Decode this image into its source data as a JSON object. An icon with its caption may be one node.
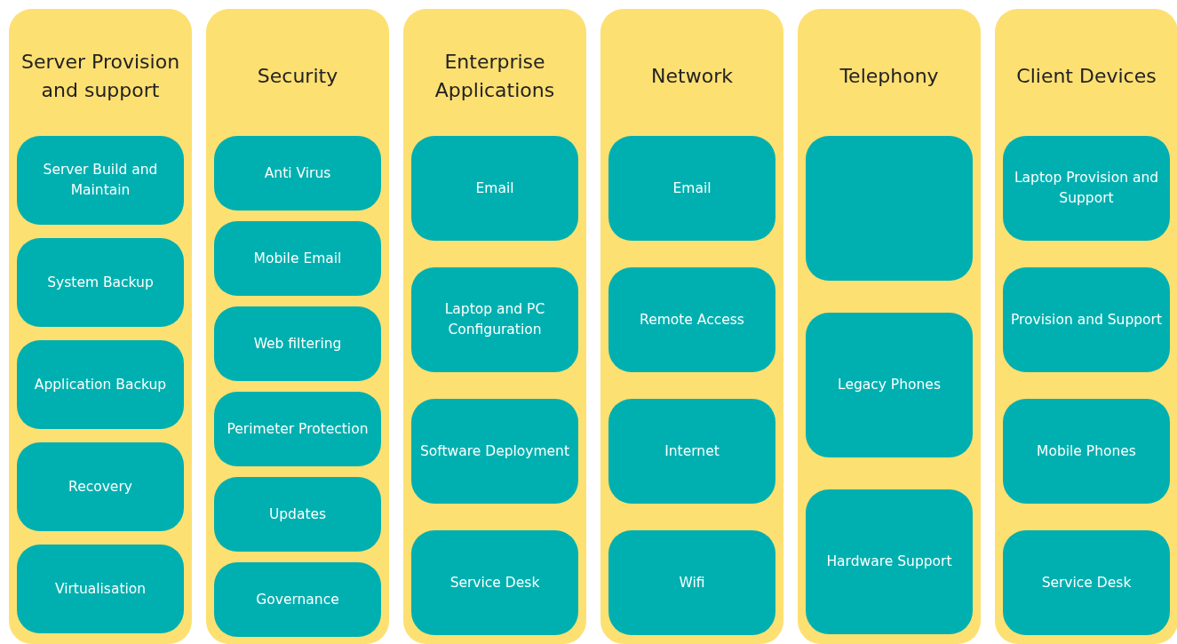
{
  "diagram": {
    "nodes": [
      {
        "text": [
          "Server Provision and support"
        ]
      },
      {
        "text": [
          "Server Build and Maintain"
        ],
        "in": 0
      },
      {
        "text": [
          "System Backup"
        ],
        "in": 0
      },
      {
        "text": [
          "Application Backup"
        ],
        "in": 0
      },
      {
        "text": [
          "Recovery"
        ],
        "in": 0
      },
      {
        "text": [
          "Virtualisation"
        ],
        "in": 0
      },
      {
        "text": [
          "Security"
        ]
      },
      {
        "text": [
          "Anti Virus"
        ],
        "in": 6
      },
      {
        "text": [
          "Mobile Email"
        ],
        "in": 6
      },
      {
        "text": [
          "Web filtering"
        ],
        "in": 6
      },
      {
        "text": [
          "Perimeter Protection"
        ],
        "in": 6
      },
      {
        "text": [
          "Updates"
        ],
        "in": 6
      },
      {
        "text": [
          "Governance"
        ],
        "in": 6
      },
      {
        "text": [
          "Enterprise Applications"
        ]
      },
      {
        "text": [
          "Email"
        ],
        "in": 13
      },
      {
        "text": [
          "Laptop and PC Configuration"
        ],
        "in": 13
      },
      {
        "text": [
          "Software Deployment"
        ],
        "in": 13
      },
      {
        "text": [
          "Service Desk"
        ],
        "in": 13
      },
      {
        "text": [
          "Network"
        ]
      },
      {
        "text": [
          "Email"
        ],
        "in": 18
      },
      {
        "text": [
          "Remote Access"
        ],
        "in": 18
      },
      {
        "text": [
          "Internet"
        ],
        "in": 18
      },
      {
        "text": [
          "Wifi"
        ],
        "in": 18
      },
      {
        "text": [
          "Telephony"
        ]
      },
      {
        "text": [],
        "shape": "box",
        "in": 23
      },
      {
        "text": [
          "Legacy Phones"
        ],
        "in": 23
      },
      {
        "text": [
          "Hardware Support"
        ],
        "in": 23
      },
      {
        "text": [
          "Client Devices"
        ]
      },
      {
        "text": [
          "Laptop Provision and Support"
        ],
        "in": 27
      },
      {
        "text": [
          "Provision and Support"
        ],
        "in": 27
      },
      {
        "text": [
          "Mobile Phones"
        ],
        "in": 27
      },
      {
        "text": [
          "Service Desk"
        ],
        "in": 27
      }
    ]
  }
}
